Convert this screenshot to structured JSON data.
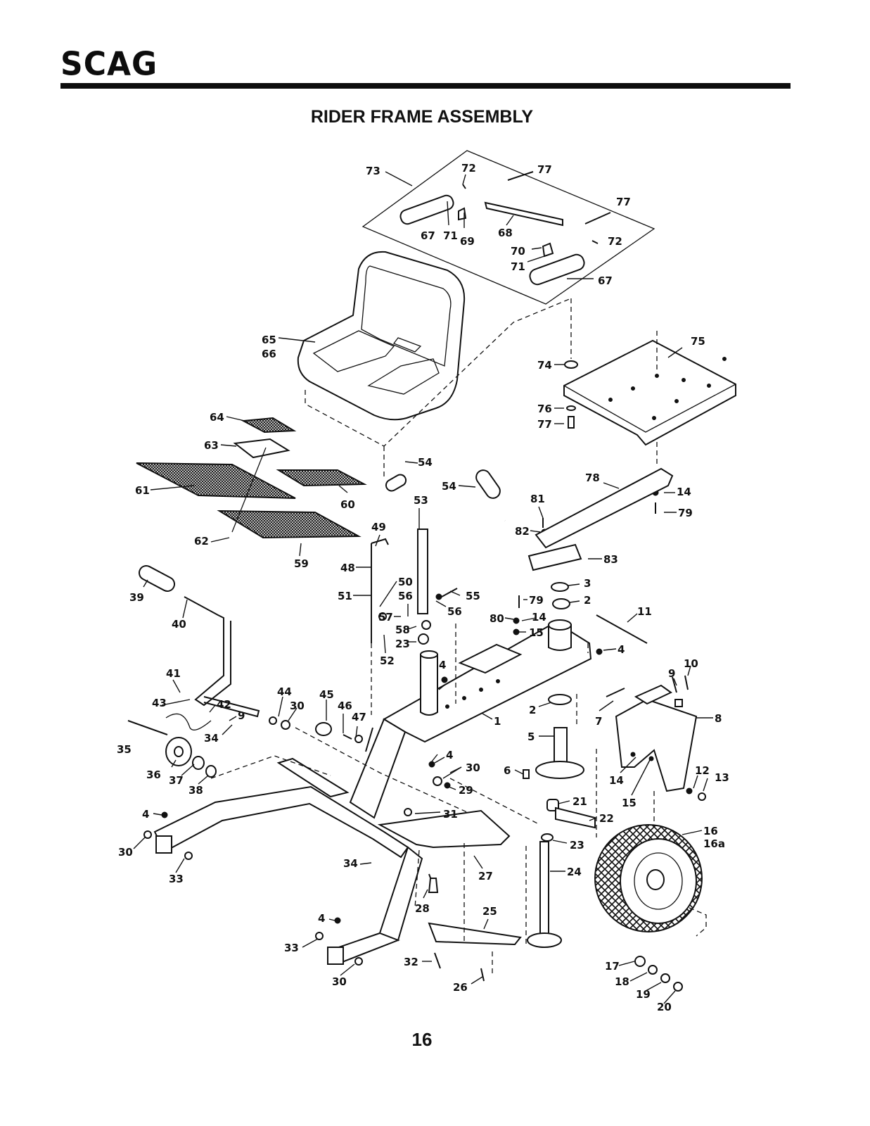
{
  "header": {
    "brand": "SCAG",
    "title": "RIDER FRAME ASSEMBLY"
  },
  "footer": {
    "page_number": "16"
  },
  "callouts": {
    "c73": "73",
    "c72a": "72",
    "c77a": "77",
    "c77b": "77",
    "c67a": "67",
    "c71a": "71",
    "c69": "69",
    "c68": "68",
    "c70": "70",
    "c72b": "72",
    "c71b": "71",
    "c67b": "67",
    "c65": "65",
    "c66": "66",
    "c75": "75",
    "c74": "74",
    "c76": "76",
    "c77c": "77",
    "c64": "64",
    "c63": "63",
    "c61": "61",
    "c60": "60",
    "c62": "62",
    "c59": "59",
    "c54a": "54",
    "c54b": "54",
    "c53": "53",
    "c78": "78",
    "c81": "81",
    "c82": "82",
    "c14a": "14",
    "c79a": "79",
    "c83": "83",
    "c49": "49",
    "c48": "48",
    "c50": "50",
    "c51": "51",
    "c56a": "56",
    "c55": "55",
    "c56b": "56",
    "c57": "57",
    "c58": "58",
    "c23a": "23",
    "c52": "52",
    "c3": "3",
    "c2a": "2",
    "c79b": "79",
    "c80": "80",
    "c14b": "14",
    "c15a": "15",
    "c11": "11",
    "c4a": "4",
    "c39": "39",
    "c40": "40",
    "c10": "10",
    "c9a": "9",
    "c41": "41",
    "c44": "44",
    "c45": "45",
    "c46": "46",
    "c47": "47",
    "c43": "43",
    "c42": "42",
    "c30a": "30",
    "c9b": "9",
    "c2b": "2",
    "c7": "7",
    "c8": "8",
    "c4b": "4",
    "c1": "1",
    "c35": "35",
    "c34a": "34",
    "c5": "5",
    "c36": "36",
    "c37": "37",
    "c38": "38",
    "c4c": "4",
    "c30b": "30",
    "c6": "6",
    "c14c": "14",
    "c12": "12",
    "c13": "13",
    "c29": "29",
    "c15b": "15",
    "c21": "21",
    "c31": "31",
    "c22": "22",
    "c4d": "4",
    "c30c": "30",
    "c16": "16",
    "c16a": "16a",
    "c23b": "23",
    "c33a": "33",
    "c34b": "34",
    "c27": "27",
    "c24": "24",
    "c28": "28",
    "c25": "25",
    "c4e": "4",
    "c33b": "33",
    "c32": "32",
    "c30d": "30",
    "c26": "26",
    "c17": "17",
    "c18": "18",
    "c19": "19",
    "c20": "20"
  }
}
